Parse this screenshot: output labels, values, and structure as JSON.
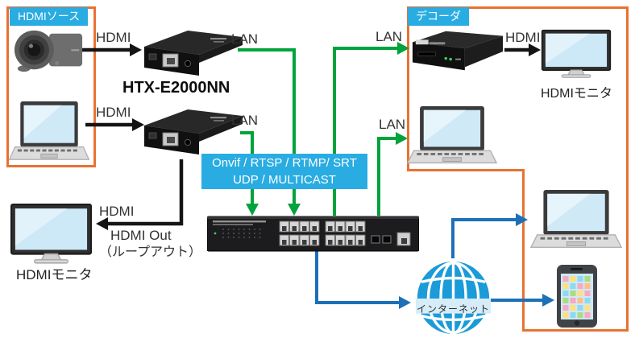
{
  "colors": {
    "accent_cyan": "#29ACE2",
    "accent_orange": "#E87232",
    "line_green": "#00A33C",
    "line_blue": "#1C70B8",
    "line_black": "#141414",
    "screen_blue": "#CFE9F7"
  },
  "source_group": {
    "title": "HDMIソース"
  },
  "decoder_group": {
    "title": "デコーダ"
  },
  "encoder": {
    "model": "HTX-E2000NN"
  },
  "protocol_box": {
    "line1": "Onvif / RTSP / RTMP/ SRT",
    "line2": "UDP / MULTICAST"
  },
  "connections": {
    "hdmi_camera": "HDMI",
    "lan_encoder1": "LAN",
    "hdmi_laptop": "HDMI",
    "lan_encoder2": "LAN",
    "lan_decoder": "LAN",
    "lan_laptop": "LAN",
    "hdmi_decoder": "HDMI",
    "hdmi_loop": "HDMI",
    "loop_out_line1": "HDMI Out",
    "loop_out_line2": "（ループアウト）"
  },
  "monitors": {
    "top_right_label": "HDMIモニタ",
    "bottom_left_label": "HDMIモニタ"
  },
  "internet": {
    "label": "インターネット"
  },
  "icons": {
    "camera": "video-camera",
    "encoder": "encoder-box",
    "decoder": "decoder-box",
    "switch": "network-switch",
    "laptop": "laptop",
    "monitor": "monitor",
    "smartphone": "smartphone",
    "globe": "internet-globe"
  }
}
